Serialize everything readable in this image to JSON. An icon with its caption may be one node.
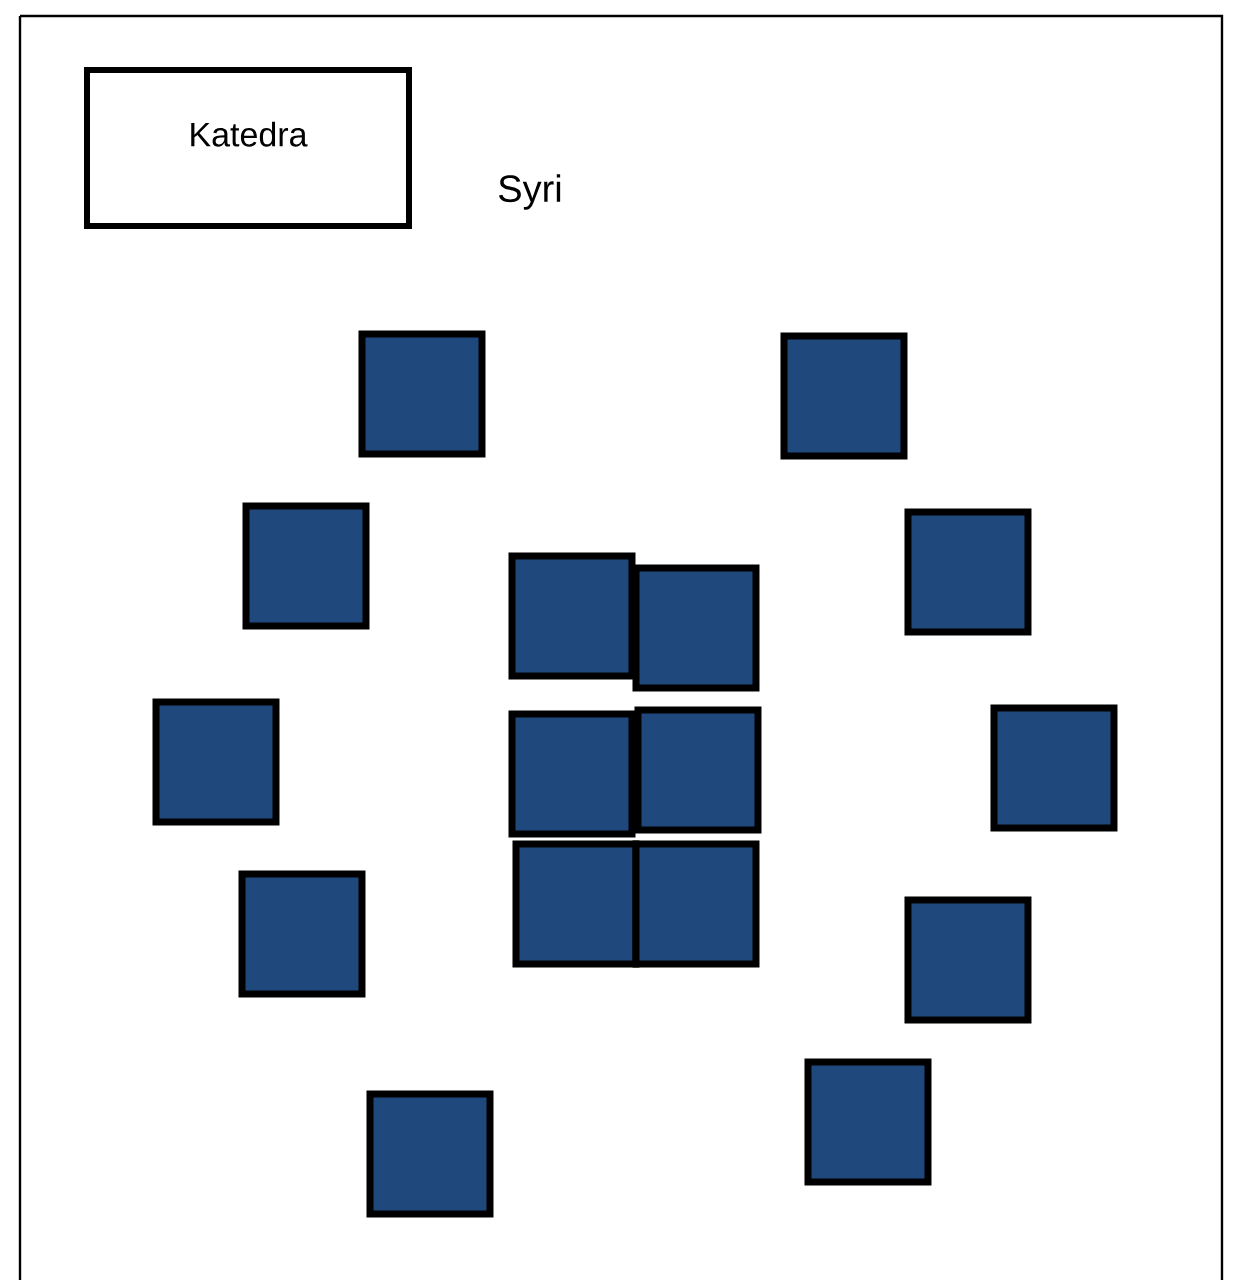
{
  "diagram": {
    "nodes": [
      {
        "text": [
          "Katedra"
        ]
      },
      {
        "text": [],
        "shape": "box"
      },
      {
        "text": [],
        "shape": "box"
      },
      {
        "text": [],
        "shape": "box"
      },
      {
        "text": [],
        "shape": "box"
      },
      {
        "text": [],
        "shape": "box"
      },
      {
        "text": [],
        "shape": "box"
      },
      {
        "text": [],
        "shape": "box"
      },
      {
        "text": [],
        "shape": "box"
      },
      {
        "text": [],
        "shape": "box"
      },
      {
        "text": [],
        "shape": "box"
      },
      {
        "text": [],
        "shape": "box"
      },
      {
        "text": [],
        "shape": "box"
      },
      {
        "text": [],
        "shape": "box"
      },
      {
        "text": [],
        "shape": "box"
      },
      {
        "text": [],
        "shape": "box"
      },
      {
        "text": [],
        "shape": "box"
      }
    ],
    "labels": [
      "Syri"
    ]
  }
}
